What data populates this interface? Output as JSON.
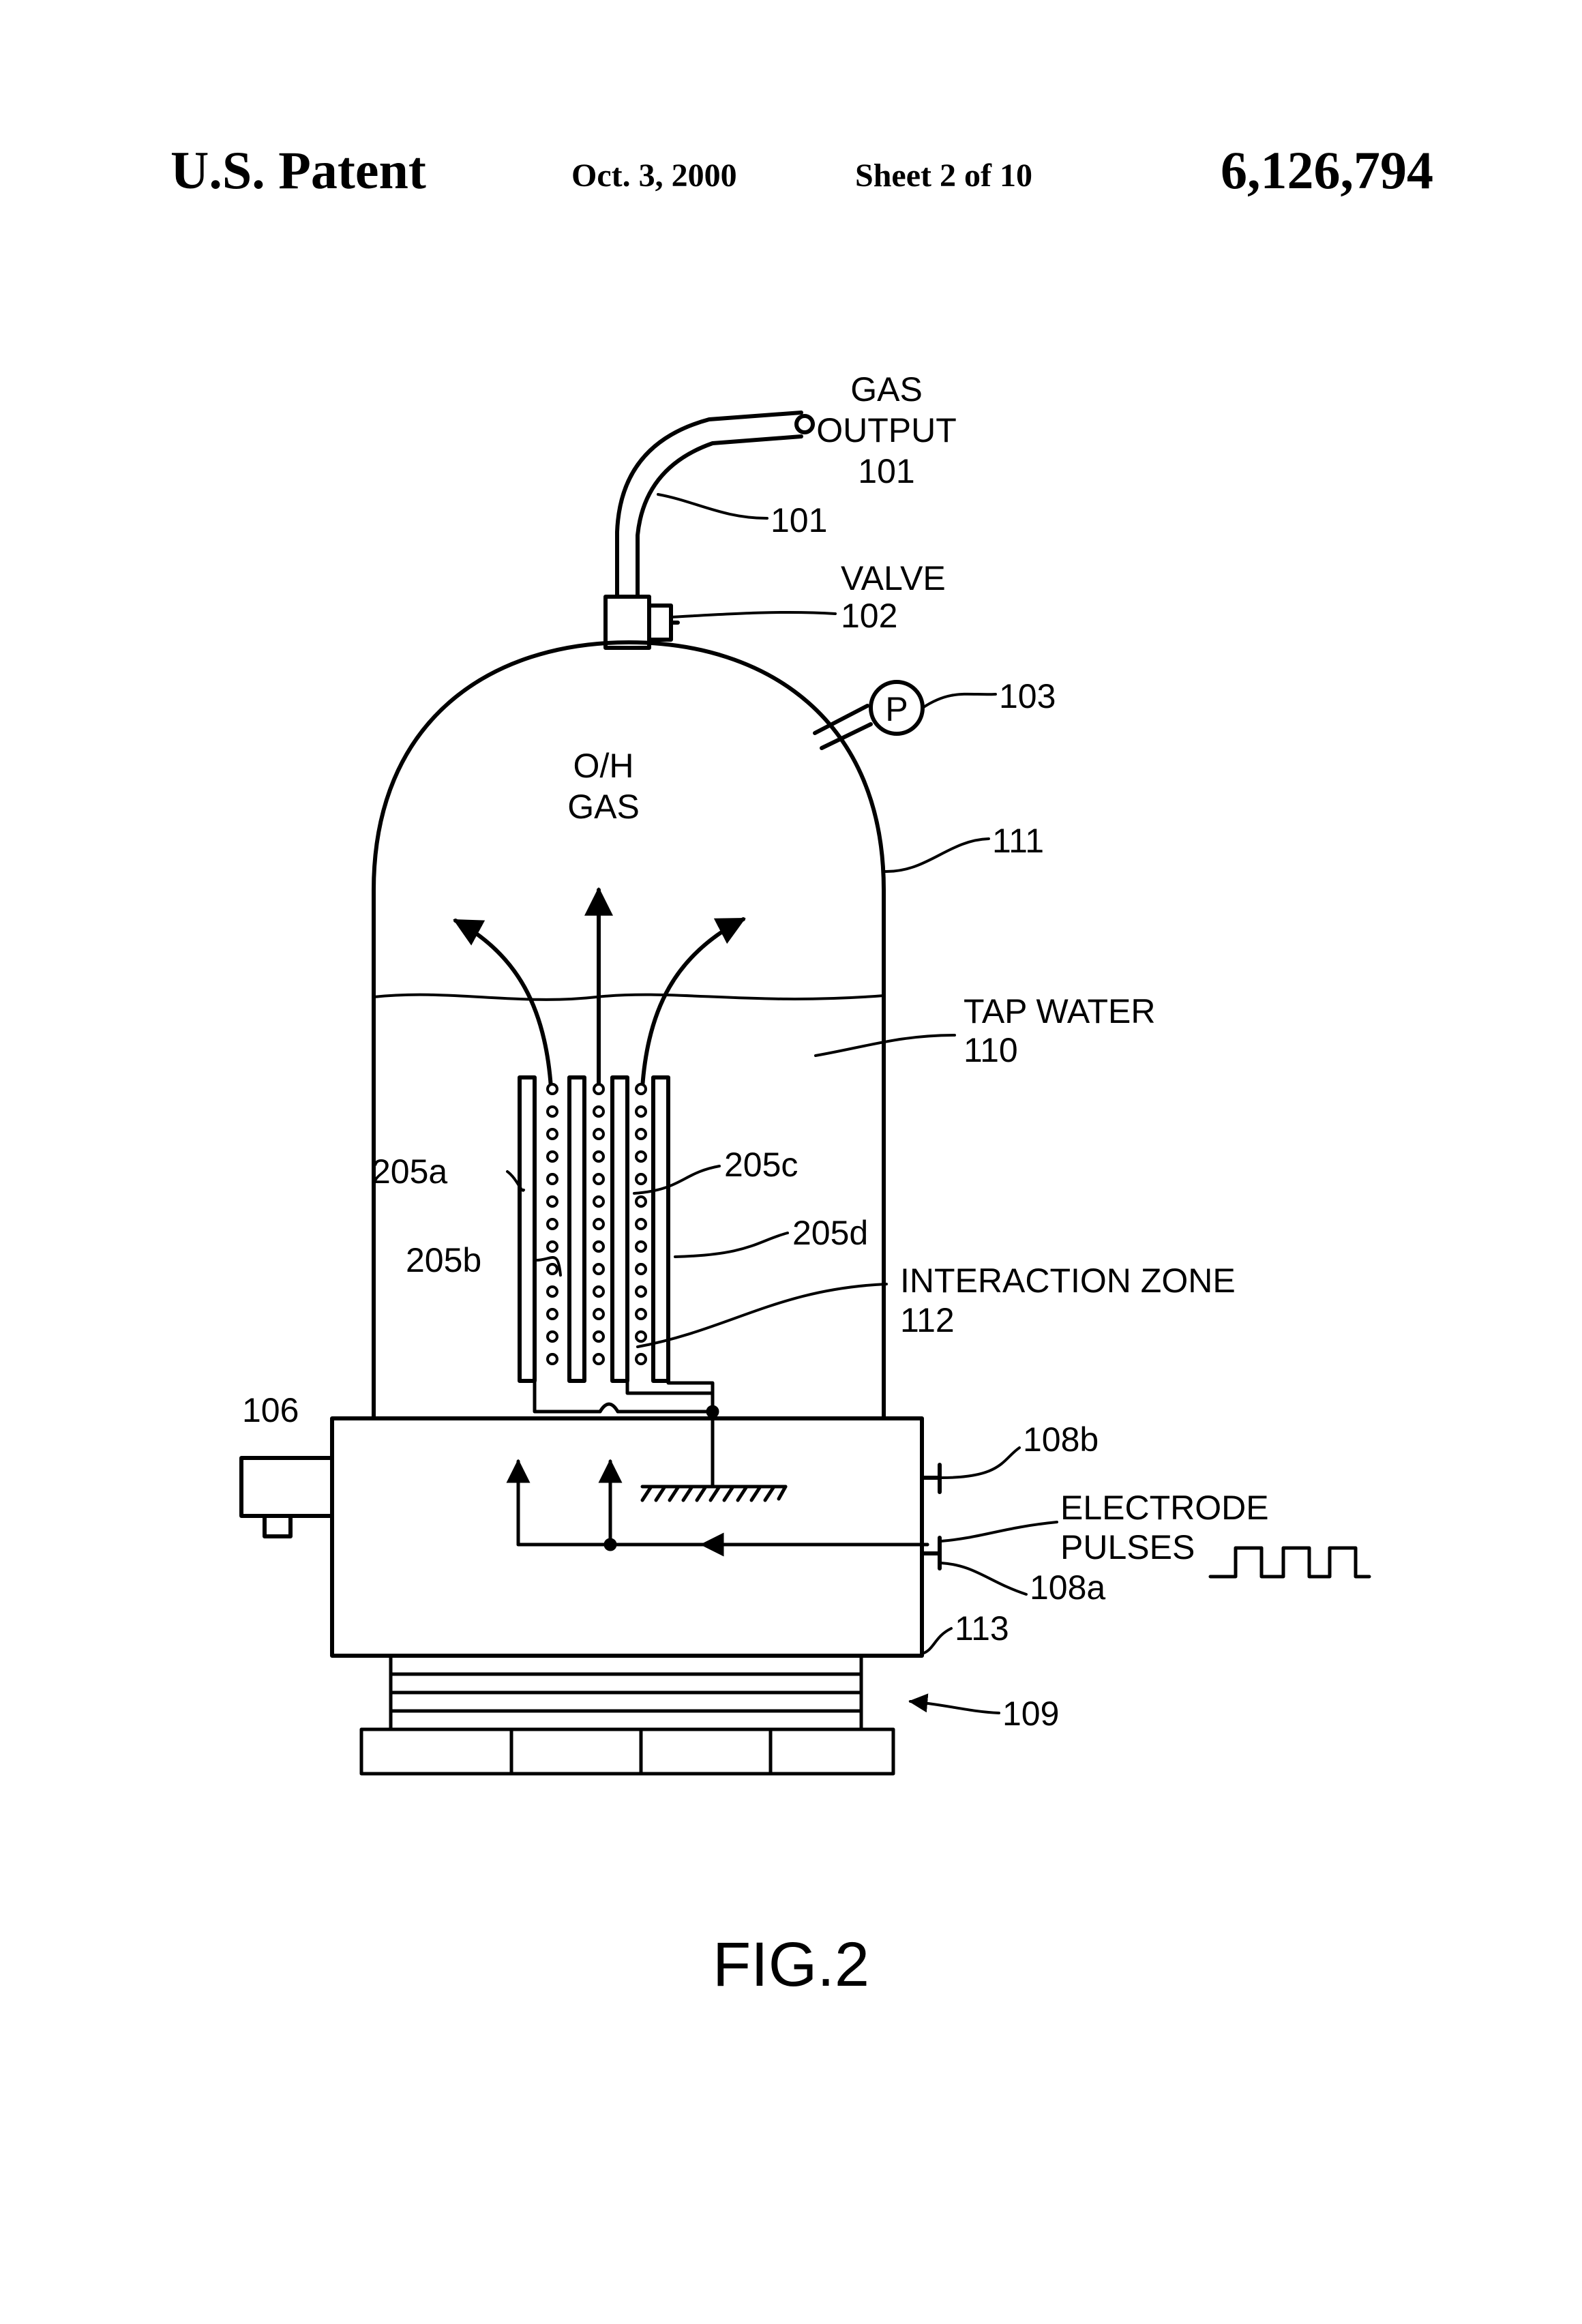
{
  "header": {
    "patent": "U.S. Patent",
    "date": "Oct. 3, 2000",
    "sheet": "Sheet 2 of 10",
    "number": "6,126,794"
  },
  "figure": {
    "title": "FIG.2",
    "labels": {
      "gas_output_line1": "GAS",
      "gas_output_line2": "OUTPUT",
      "gas_output_ref": "101",
      "pipe_ref": "101",
      "valve": "VALVE",
      "valve_ref": "102",
      "pressure_gauge_symbol": "P",
      "pressure_gauge_ref": "103",
      "gas_line1": "O/H",
      "gas_line2": "GAS",
      "vessel_ref": "111",
      "tap_water": "TAP WATER",
      "tap_water_ref": "110",
      "electrode_a": "205a",
      "electrode_b": "205b",
      "electrode_c": "205c",
      "electrode_d": "205d",
      "interaction_zone": "INTERACTION ZONE",
      "interaction_zone_ref": "112",
      "outlet_ref": "106",
      "terminal_b": "108b",
      "electrode_pulses_line1": "ELECTRODE",
      "electrode_pulses_line2": "PULSES",
      "terminal_a": "108a",
      "base_ref": "113",
      "stand_ref": "109"
    }
  }
}
